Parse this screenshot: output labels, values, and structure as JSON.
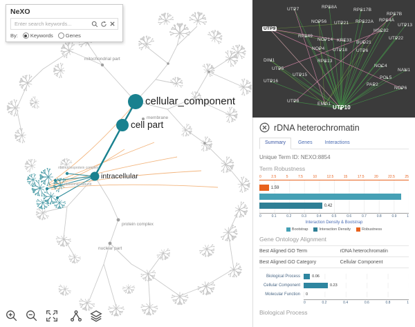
{
  "app": {
    "title": "NeXO"
  },
  "search": {
    "placeholder": "Enter search keywords...",
    "by_label": "By:",
    "options": [
      {
        "label": "Keywords",
        "selected": true
      },
      {
        "label": "Genes",
        "selected": false
      }
    ]
  },
  "icons": {
    "search": "magnifier",
    "reset": "circular-arrows",
    "clear": "x",
    "close": "circle-x",
    "zoom_in": "magnifier-plus",
    "zoom_out": "magnifier-minus",
    "fit": "expand-arrows",
    "layout": "tree-branch",
    "layers": "stacked-layers"
  },
  "tree": {
    "accent_color": "#19818F",
    "highlight_edge_color": "#F0A35E",
    "labels": {
      "cellular_component": "cellular_component",
      "cell_part": "cell part",
      "intracellular": "intracellular",
      "mitochondrial_part": "mitochondrial part",
      "membrane": "membrane",
      "protein_complex": "protein complex",
      "nuclear_part": "nuclear part",
      "ribonucleoprotein_complex": "ribonucleoprotein complex",
      "ribosomal_subunit": "ribosomal subunit"
    }
  },
  "network": {
    "background": "#3B3B3B",
    "edge_colors": {
      "green": "#46A14B",
      "light_green": "#7CB342",
      "pink": "#E08BB0"
    },
    "nodes": [
      {
        "label": "UTP9"
      },
      {
        "label": "UTP7"
      },
      {
        "label": "RPS8A"
      },
      {
        "label": "RPS17B"
      },
      {
        "label": "RPS7B"
      },
      {
        "label": "NOP56"
      },
      {
        "label": "UTP21"
      },
      {
        "label": "RPS22A"
      },
      {
        "label": "RPS4A"
      },
      {
        "label": "UTP13"
      },
      {
        "label": "HSC82"
      },
      {
        "label": "RPA49"
      },
      {
        "label": "NOP14"
      },
      {
        "label": "KRE33"
      },
      {
        "label": "BUD21"
      },
      {
        "label": "UTP22"
      },
      {
        "label": "NOP4"
      },
      {
        "label": "UTP18"
      },
      {
        "label": "UTP6"
      },
      {
        "label": "DIM1"
      },
      {
        "label": "RPS13"
      },
      {
        "label": "NOC4"
      },
      {
        "label": "NAN1"
      },
      {
        "label": "UTP5"
      },
      {
        "label": "UTP15"
      },
      {
        "label": "POL5"
      },
      {
        "label": "PAP2"
      },
      {
        "label": "NOP6"
      },
      {
        "label": "UTP16"
      },
      {
        "label": "UTP8"
      },
      {
        "label": "EMG1"
      },
      {
        "label": "UTP10"
      }
    ]
  },
  "details": {
    "title": "rDNA heterochromatin",
    "tabs": [
      {
        "label": "Summary",
        "active": true
      },
      {
        "label": "Genes",
        "active": false
      },
      {
        "label": "Interactions",
        "active": false
      }
    ],
    "unique_term_id": "Unique Term ID: NEXO:8854",
    "sections": {
      "term_robustness": "Term Robustness",
      "go_alignment": "Gene Ontology Alignment",
      "biological_process": "Biological Process"
    },
    "go_table": [
      {
        "key": "Best Aligned GO Term",
        "value": "rDNA heterochromatin"
      },
      {
        "key": "Best Aligned GO Category",
        "value": "Cellular Component"
      }
    ]
  },
  "chart_data": [
    {
      "type": "bar",
      "orientation": "horizontal",
      "title": "Term Robustness",
      "series": [
        {
          "name": "Robustness",
          "value": 1.59,
          "scale_max": 25,
          "color": "#E8611C"
        },
        {
          "name": "Bootstrap",
          "value": 0.95,
          "scale_max": 1,
          "color": "#45A0B5"
        },
        {
          "name": "Interaction Density",
          "value": 0.42,
          "scale_max": 1,
          "color": "#2E7F95"
        }
      ],
      "top_axis": {
        "range": [
          0,
          25
        ],
        "ticks": [
          0,
          2.5,
          5,
          7.5,
          10,
          12.5,
          15,
          17.5,
          20,
          22.5,
          25
        ],
        "color": "#E8611C"
      },
      "bottom_axis": {
        "range": [
          0,
          1
        ],
        "ticks": [
          0,
          0.1,
          0.2,
          0.3,
          0.4,
          0.5,
          0.6,
          0.7,
          0.8,
          0.9,
          1
        ],
        "label": "Interaction Density & Bootstrap"
      },
      "legend": [
        "Bootstrap",
        "Interaction Density",
        "Robustness"
      ]
    },
    {
      "type": "bar",
      "orientation": "horizontal",
      "title": "Gene Ontology Alignment Scores",
      "categories": [
        "Biological Process",
        "Cellular Component",
        "Molecular Function"
      ],
      "values": [
        0.06,
        0.23,
        0
      ],
      "xlim": [
        0,
        1
      ],
      "ticks": [
        0,
        0.2,
        0.4,
        0.6,
        0.8,
        1
      ]
    }
  ]
}
